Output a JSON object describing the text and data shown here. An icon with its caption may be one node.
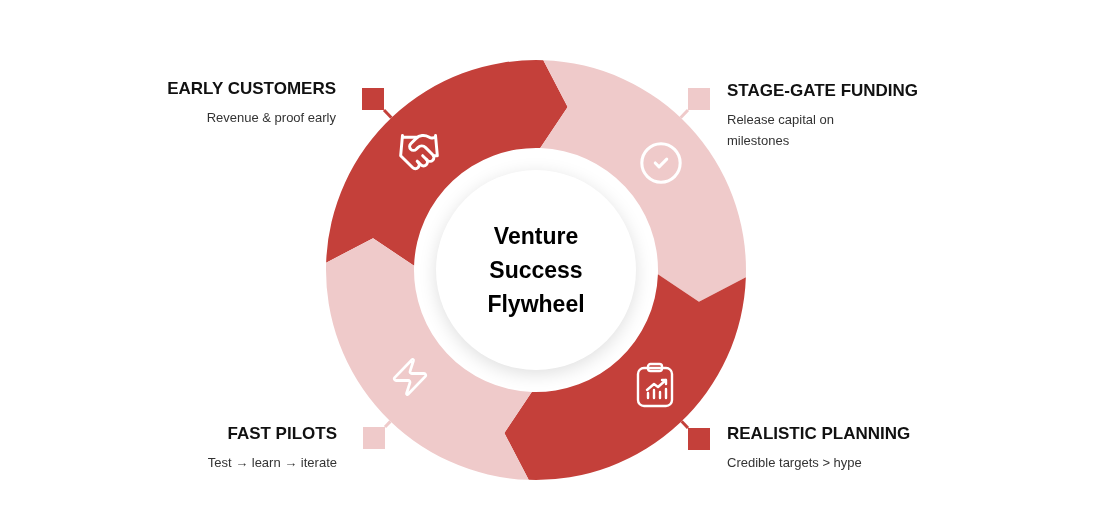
{
  "diagram": {
    "nodes": [
      {
        "text": [
          "Venture Success Flywheel"
        ]
      },
      {
        "text": [
          "EARLY CUSTOMERS",
          "Revenue & proof early"
        ]
      },
      {
        "text": [
          "STAGE-GATE FUNDING",
          "Release capital on milestones"
        ]
      },
      {
        "text": [
          "REALISTIC PLANNING",
          "Credible targets > hype"
        ]
      },
      {
        "text": [
          "FAST PILOTS",
          "Test → learn → iterate"
        ]
      },
      {
        "text": [],
        "shape": "arrow"
      },
      {
        "text": [],
        "shape": "arrow"
      },
      {
        "text": [],
        "shape": "arrow"
      },
      {
        "text": [],
        "shape": "arrow"
      }
    ],
    "edges": [
      {
        "from": 1,
        "to": 5,
        "arrow": "none"
      },
      {
        "from": 2,
        "to": 6,
        "arrow": "none",
        "color": "#efcaca"
      },
      {
        "from": 3,
        "to": 7,
        "arrow": "none"
      },
      {
        "from": 4,
        "to": 8,
        "arrow": "none",
        "color": "#efcaca"
      }
    ]
  }
}
